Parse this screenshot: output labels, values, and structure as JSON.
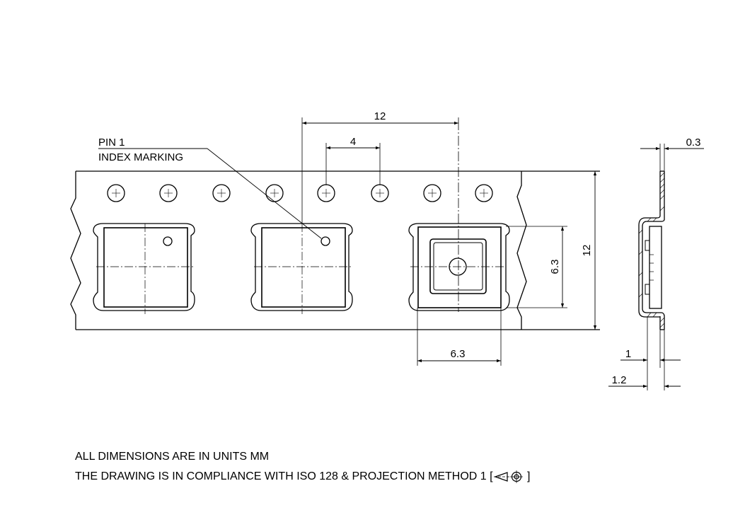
{
  "callout": {
    "line1": "PIN 1",
    "line2": "INDEX MARKING"
  },
  "dimensions": {
    "pitch_12": "12",
    "hole_pitch_4": "4",
    "cavity_height_6_3": "6.3",
    "tape_width_12": "12",
    "cavity_width_6_3": "6.3",
    "thickness_0_3": "0.3",
    "depth_1": "1",
    "depth_1_2": "1.2"
  },
  "notes": {
    "units": "ALL DIMENSIONS ARE IN UNITS MM",
    "compliance_prefix": "THE DRAWING IS IN COMPLIANCE WITH ISO 128 & PROJECTION METHOD 1 [",
    "compliance_suffix": " ]",
    "projection_symbol": "first-angle-projection-icon"
  },
  "colors": {
    "line": "#000000",
    "background": "#ffffff"
  }
}
